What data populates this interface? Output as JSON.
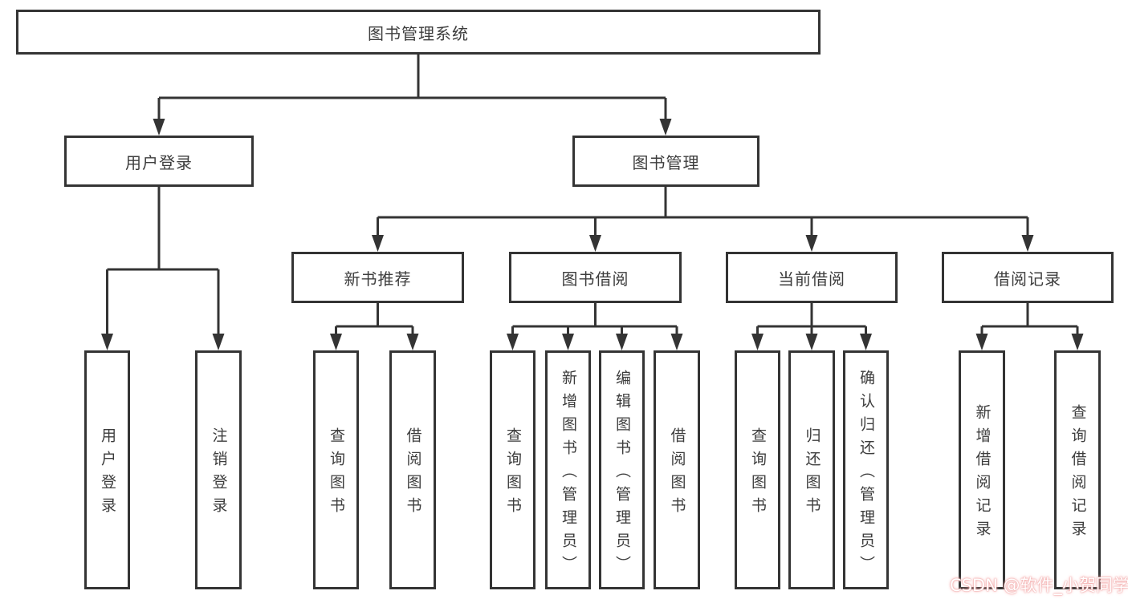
{
  "diagram": {
    "title": "图书管理系统",
    "root": {
      "label": "图书管理系统"
    },
    "branches": [
      {
        "label": "用户登录",
        "children": [
          {
            "label": "用户登录"
          },
          {
            "label": "注销登录"
          }
        ]
      },
      {
        "label": "图书管理",
        "children": [
          {
            "label": "新书推荐",
            "children": [
              {
                "label": "查询图书"
              },
              {
                "label": "借阅图书"
              }
            ]
          },
          {
            "label": "图书借阅",
            "children": [
              {
                "label": "查询图书"
              },
              {
                "label": "新增图书（管理员）"
              },
              {
                "label": "编辑图书（管理员）"
              },
              {
                "label": "借阅图书"
              }
            ]
          },
          {
            "label": "当前借阅",
            "children": [
              {
                "label": "查询图书"
              },
              {
                "label": "归还图书"
              },
              {
                "label": "确认归还（管理员）"
              }
            ]
          },
          {
            "label": "借阅记录",
            "children": [
              {
                "label": "新增借阅记录"
              },
              {
                "label": "查询借阅记录"
              }
            ]
          }
        ]
      }
    ]
  },
  "watermark": {
    "text": "CSDN @软件_小贺同学"
  },
  "colors": {
    "line": "#343434",
    "text": "#3d3d3d",
    "background": "#ffffff",
    "watermark_text": "#ffffff",
    "watermark_glow": "#ef9a9a"
  }
}
